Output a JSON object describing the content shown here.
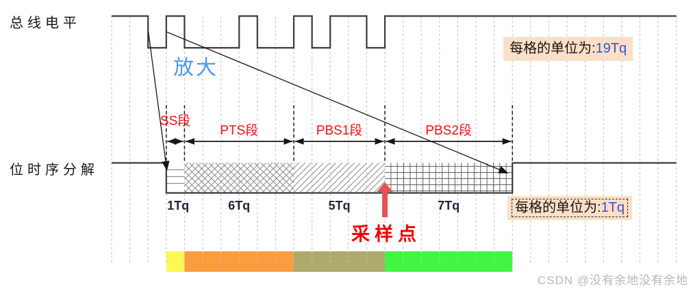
{
  "title_labels": {
    "bus_level": "总线电平",
    "bit_timing": "位时序分解",
    "zoom_note": "放大",
    "sample_point": "采样点"
  },
  "unit_notes": {
    "top": {
      "prefix": "每格的单位为:",
      "value": "19Tq"
    },
    "bottom": {
      "prefix": "每格的单位为:",
      "value": "1Tq"
    }
  },
  "segments": [
    {
      "name": "SS段",
      "duration": "1Tq",
      "tq": 1,
      "pattern": "hlines",
      "bar_color": "#fdf855"
    },
    {
      "name": "PTS段",
      "duration": "6Tq",
      "tq": 6,
      "pattern": "crosshatch",
      "bar_color": "#f99d3f"
    },
    {
      "name": "PBS1段",
      "duration": "5Tq",
      "tq": 5,
      "pattern": "diagonal",
      "bar_color": "#aeaa6e"
    },
    {
      "name": "PBS2段",
      "duration": "7Tq",
      "tq": 7,
      "pattern": "grid",
      "bar_color": "#42f542"
    }
  ],
  "bus_waveform_bits": "1101000100101101111111111111111",
  "watermark": "CSDN @没有余地没有余地",
  "colors": {
    "line": "#3a3a3a",
    "gridline": "#c2c2c2",
    "hatch": "#8f8f8f",
    "mesh": "#5f5f5f",
    "boundary_dash": "#1c1c1c",
    "arrow_black": "#161616",
    "segment_label_red": "#ff0d0d",
    "sample_red": "#f20000",
    "sample_arrow_red": "#e25353",
    "zoom_blue": "#4a97fb",
    "note_bg": "#fcdfc6",
    "note_value_blue": "#2d59c8",
    "tq_label": "#23233a",
    "watermark_gray": "#b7b7b7"
  }
}
